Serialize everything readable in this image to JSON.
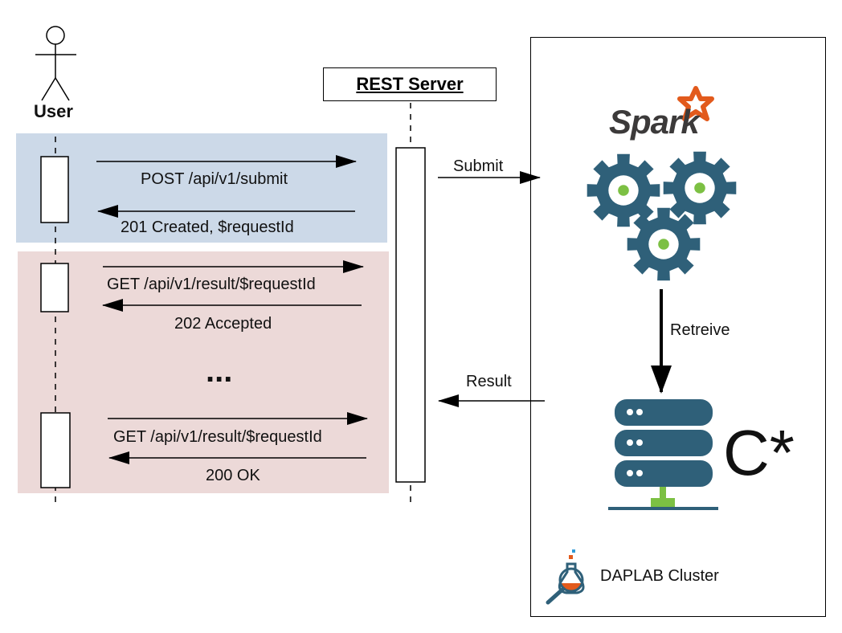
{
  "actors": {
    "user": "User",
    "rest_server": "REST Server"
  },
  "messages": {
    "post_submit": "POST /api/v1/submit",
    "created": "201 Created,  $requestId",
    "get_result_1": "GET /api/v1/result/$requestId",
    "accepted": "202 Accepted",
    "ellipsis": "...",
    "get_result_2": "GET /api/v1/result/$requestId",
    "ok": "200 OK"
  },
  "flows": {
    "submit": "Submit",
    "result": "Result",
    "retrieve": "Retreive"
  },
  "cluster": {
    "name": "DAPLAB Cluster",
    "spark_logo": "Spark",
    "cassandra_logo": "C*"
  },
  "colors": {
    "band_blue": "#ccd9e8",
    "band_pink": "#ecd9d8",
    "gear": "#2f6079",
    "gear_hub": "#7cc043",
    "server": "#2f6079",
    "server_stand": "#7cc043",
    "spark_star": "#e25a1c"
  },
  "icons": [
    "stick-figure-icon",
    "gear-icon",
    "database-server-icon",
    "flask-magnifier-icon",
    "spark-star-icon"
  ]
}
